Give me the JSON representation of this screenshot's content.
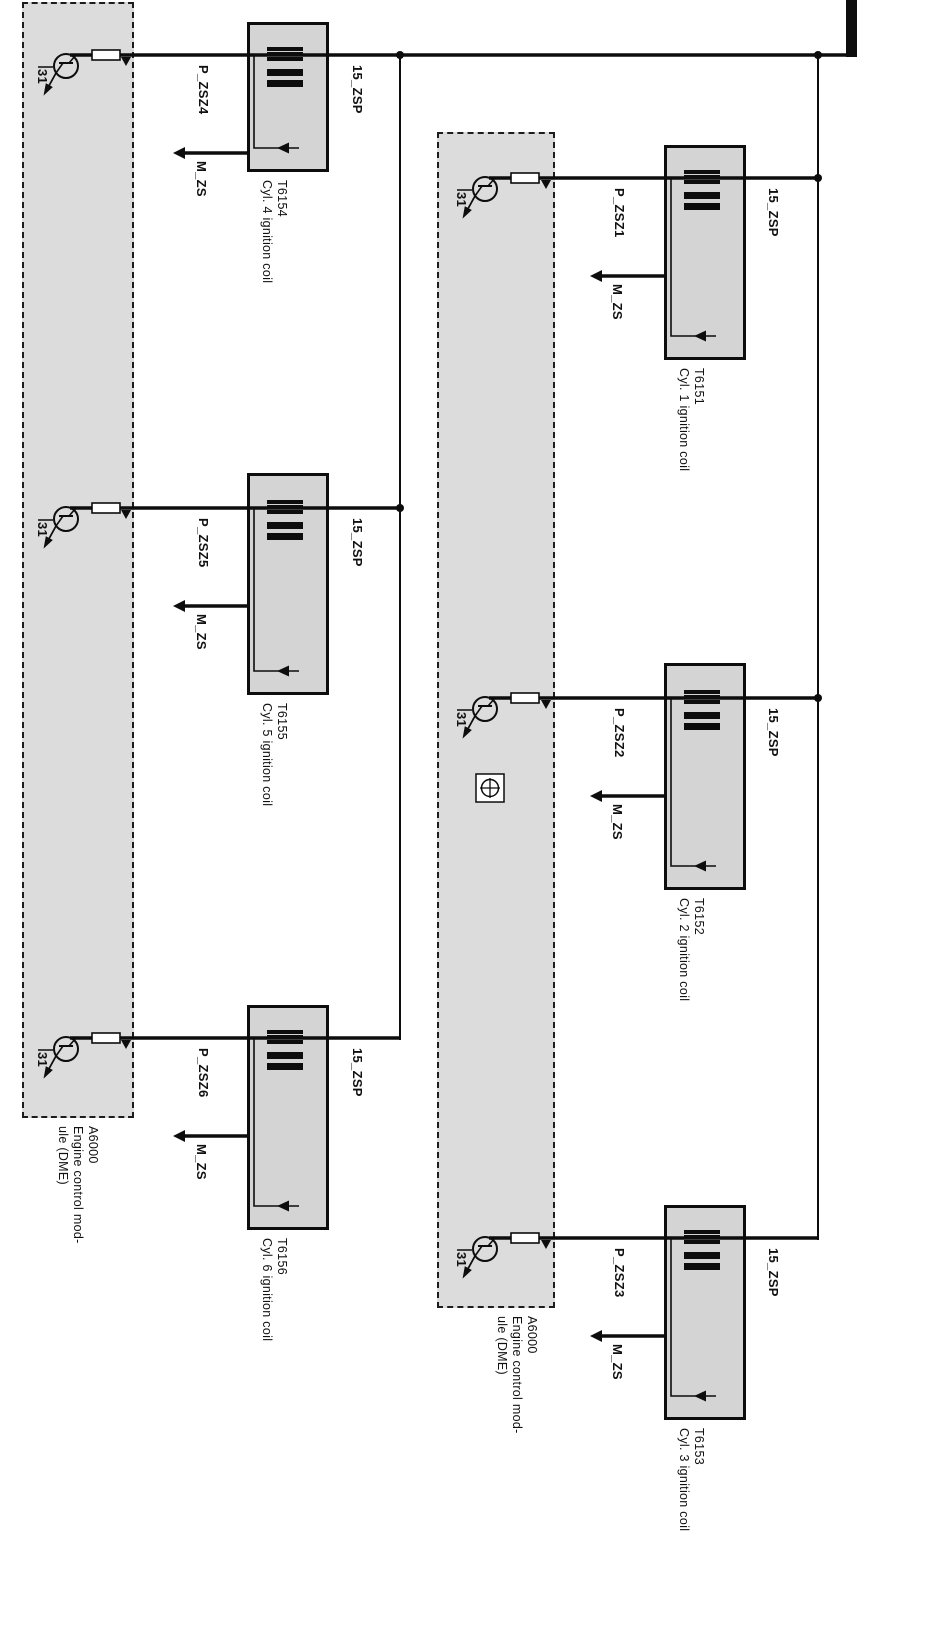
{
  "signals": {
    "power": "15_ZSP",
    "coil_ground": "M_ZS",
    "ecm_ground": "31"
  },
  "modules": {
    "left": {
      "id": "A6000",
      "name_lines": [
        "A6000",
        "Engine control mod-",
        "ule (DME)"
      ]
    },
    "right": {
      "id": "A6000",
      "name_lines": [
        "A6000",
        "Engine control mod-",
        "ule (DME)"
      ]
    }
  },
  "coils": [
    {
      "id": "T6151",
      "name": "Cyl. 1 ignition coil",
      "control": "P_ZSZ1"
    },
    {
      "id": "T6152",
      "name": "Cyl. 2 ignition coil",
      "control": "P_ZSZ2"
    },
    {
      "id": "T6153",
      "name": "Cyl. 3 ignition coil",
      "control": "P_ZSZ3"
    },
    {
      "id": "T6154",
      "name": "Cyl. 4 ignition coil",
      "control": "P_ZSZ4"
    },
    {
      "id": "T6155",
      "name": "Cyl. 5 ignition coil",
      "control": "P_ZSZ5"
    },
    {
      "id": "T6156",
      "name": "Cyl. 6 ignition coil",
      "control": "P_ZSZ6"
    }
  ]
}
